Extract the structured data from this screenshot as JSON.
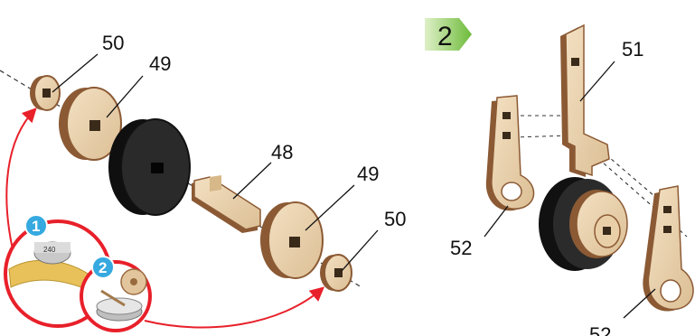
{
  "step_badge": {
    "number": "2",
    "color": "#7cc242"
  },
  "labels": {
    "left_washer_top": "50",
    "left_wheel_top": "49",
    "axle": "48",
    "right_wheel": "49",
    "right_washer": "50",
    "bracket_top": "51",
    "bracket_left": "52",
    "bracket_right": "52"
  },
  "inset": {
    "step1": "1",
    "step2": "2",
    "sandpaper_grit": "240",
    "accent_color": "#e8202a",
    "badge_color": "#35a9e0"
  },
  "colors": {
    "wood": "#e9cfa8",
    "wood_edge": "#9a6a3f",
    "tire": "#1e1e1e"
  }
}
